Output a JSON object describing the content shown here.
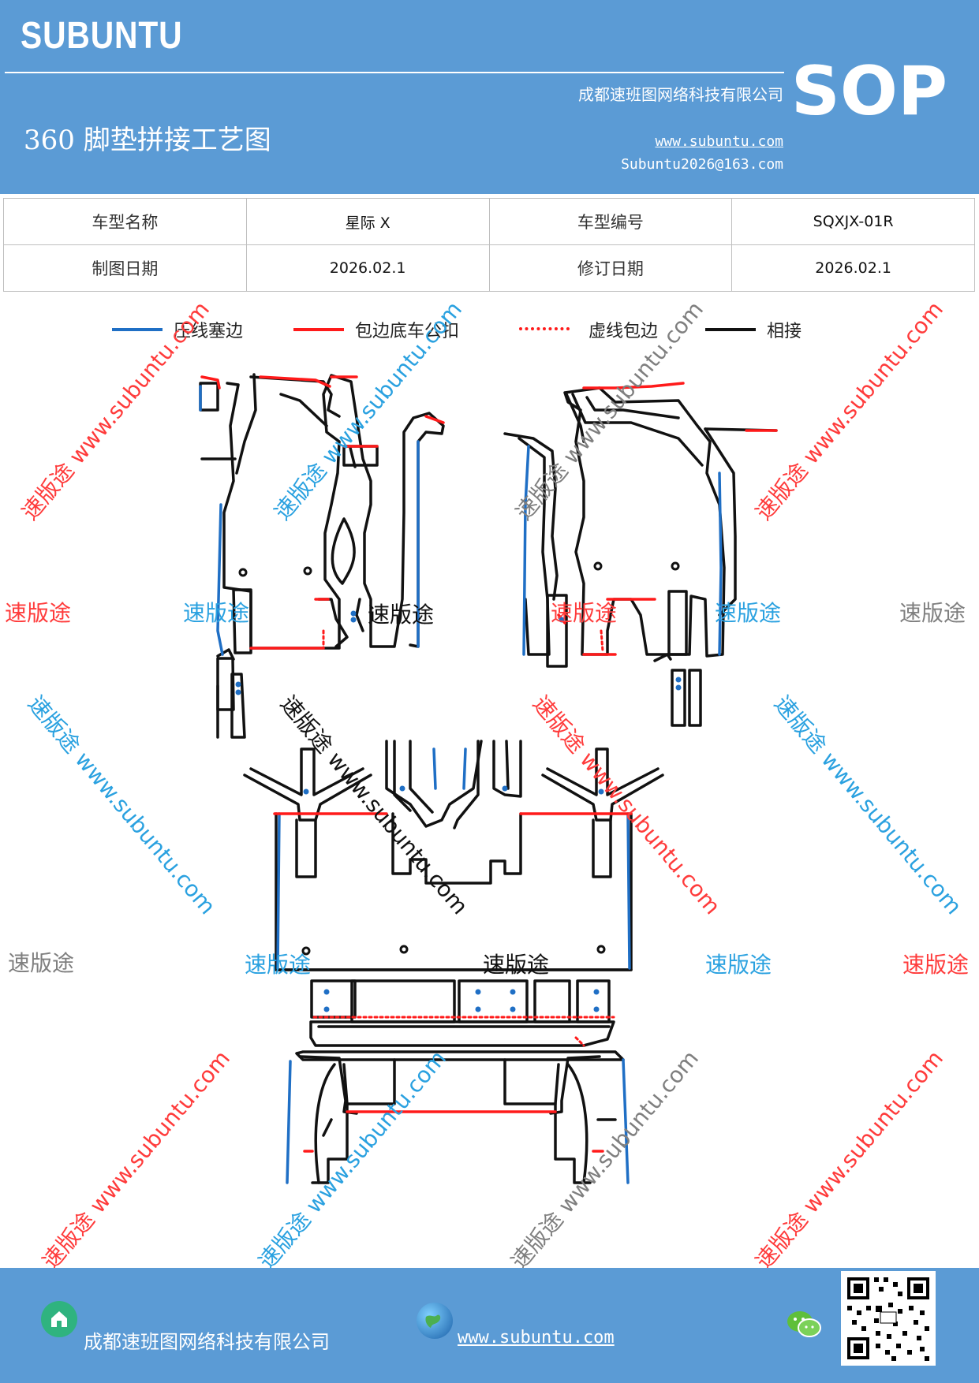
{
  "header": {
    "brand": "SUBUNTU",
    "company": "成都速班图网络科技有限公司",
    "website": "www.subuntu.com",
    "email": "Subuntu2026@163.com",
    "doc_title": "360 脚垫拼接工艺图",
    "badge": "SOP"
  },
  "info_table": {
    "model_name_label": "车型名称",
    "model_name_value": "星际 X",
    "model_code_label": "车型编号",
    "model_code_value": "SQXJX-01R",
    "draw_date_label": "制图日期",
    "draw_date_value": "2026.02.1",
    "revise_date_label": "修订日期",
    "revise_date_value": "2026.02.1"
  },
  "legend": [
    {
      "label": "压线塞边",
      "color": "#1f6fc5",
      "style": "solid"
    },
    {
      "label": "包边底车公扣",
      "color": "#ff1a1a",
      "style": "solid"
    },
    {
      "label": "虚线包边",
      "color": "#ff1a1a",
      "style": "dotted"
    },
    {
      "label": "相接",
      "color": "#111111",
      "style": "solid"
    }
  ],
  "watermark": {
    "short": "速版途",
    "long": "速版途 www.subuntu.com",
    "colors": {
      "red": "#ff3b3b",
      "blue": "#2aa1e0",
      "gray": "#7f7f7f",
      "black": "#111111"
    }
  },
  "footer": {
    "company": "成都速班图网络科技有限公司",
    "website": "www.subuntu.com",
    "icons": [
      "home-icon",
      "globe-icon",
      "wechat-icon",
      "qr-code"
    ]
  },
  "colors": {
    "header_bg": "#5b9bd5",
    "line_blue": "#1f6fc5",
    "line_red": "#ff1a1a",
    "line_black": "#111111"
  }
}
